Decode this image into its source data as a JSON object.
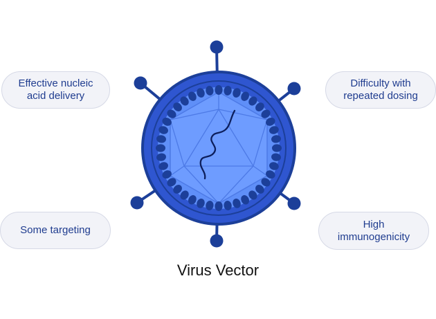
{
  "diagram": {
    "title": "Virus Vector",
    "properties": [
      {
        "id": "tl",
        "label": "Effective nucleic\nacid delivery"
      },
      {
        "id": "tr",
        "label": "Difficulty with\nrepeated dosing"
      },
      {
        "id": "bl",
        "label": "Some targeting"
      },
      {
        "id": "br",
        "label": "High\nimmunogenicity"
      }
    ]
  },
  "colors": {
    "outline": "#1c3f99",
    "outer_shell": "#2f56d0",
    "inner_core": "#6090ff",
    "capsid": "#6e9cff",
    "beads": "#1c3f99",
    "pill_text": "#1f3c8f",
    "pill_fill": "#f2f3f8",
    "pill_border": "#d6d9e6"
  },
  "icons": {
    "virus": "virus-particle-icon",
    "rna": "nucleic-acid-strand-icon"
  }
}
